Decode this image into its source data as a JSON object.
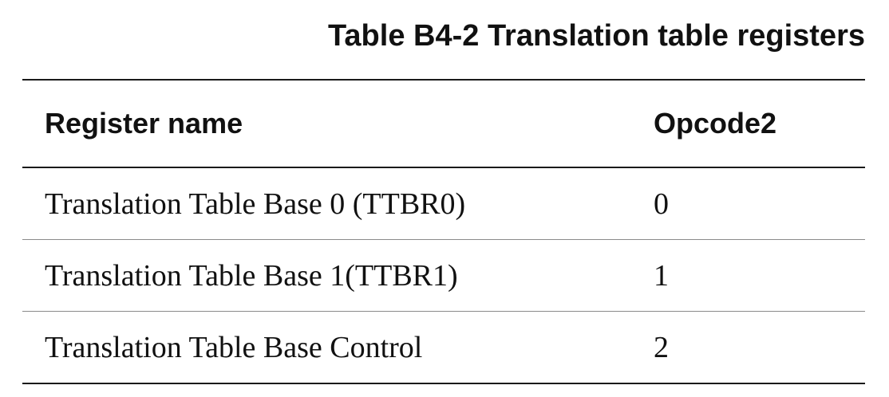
{
  "table": {
    "title": "Table B4-2 Translation table registers",
    "headers": {
      "register_name": "Register name",
      "opcode2": "Opcode2"
    },
    "rows": [
      {
        "register_name": "Translation Table Base 0 (TTBR0)",
        "opcode2": "0"
      },
      {
        "register_name": "Translation Table Base 1(TTBR1)",
        "opcode2": "1"
      },
      {
        "register_name": "Translation Table Base Control",
        "opcode2": "2"
      }
    ]
  }
}
